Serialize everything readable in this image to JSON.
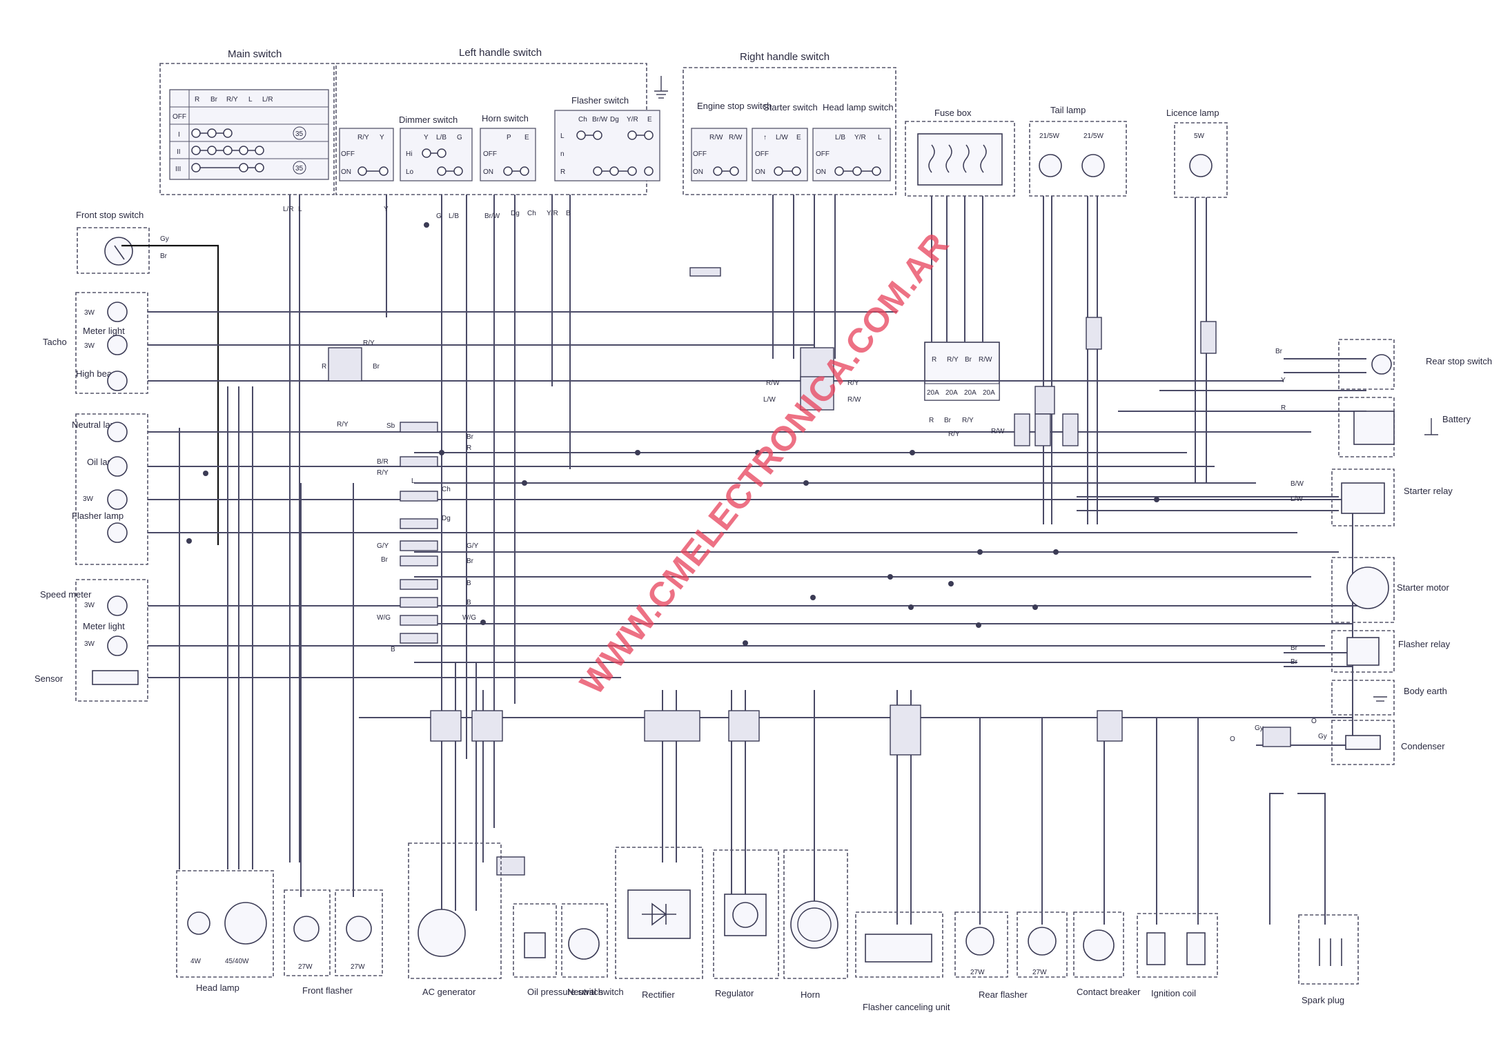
{
  "watermark": "WWW.CMELECTRONICA.COM.AR",
  "switches": {
    "main": {
      "title": "Main switch",
      "cols": [
        "R",
        "Br",
        "R/Y",
        "L",
        "L/R"
      ],
      "rows": [
        "OFF",
        "I",
        "II",
        "III"
      ],
      "marks": [
        "35",
        "35"
      ]
    },
    "left_handle": {
      "title": "Left handle switch"
    },
    "dimmer": {
      "title": "Dimmer switch",
      "cols": [
        "Y",
        "L/B",
        "G"
      ],
      "rows": [
        "Hi",
        "Lo"
      ]
    },
    "horn": {
      "title": "Horn switch",
      "cols": [
        "P",
        "E"
      ],
      "rows": [
        "OFF",
        "ON"
      ]
    },
    "flasher": {
      "title": "Flasher switch",
      "cols": [
        "Ch",
        "Br/W",
        "Dg",
        "Y/R",
        "E"
      ],
      "rows": [
        "L",
        "n",
        "R"
      ]
    },
    "unlabeled_left": {
      "cols": [
        "R/Y",
        "Y"
      ],
      "rows": [
        "OFF",
        "ON"
      ]
    },
    "right_handle": {
      "title": "Right handle switch"
    },
    "engine_stop": {
      "title": "Engine stop switch",
      "cols": [
        "R/W",
        "R/W"
      ],
      "rows": [
        "OFF",
        "ON"
      ]
    },
    "starter": {
      "title": "Starter switch",
      "cols": [
        "↑",
        "L/W",
        "E"
      ],
      "rows": [
        "OFF",
        "ON"
      ]
    },
    "head_lamp": {
      "title": "Head lamp switch",
      "cols": [
        "L/B",
        "Y/R",
        "L"
      ],
      "rows": [
        "OFF",
        "ON"
      ]
    }
  },
  "top_components": {
    "fuse_box": "Fuse box",
    "fuses": [
      "20A",
      "20A",
      "20A",
      "20A"
    ],
    "fuse_wires": [
      "R",
      "R/Y",
      "Br",
      "R/W"
    ],
    "tail_lamp": "Tail lamp",
    "tail_ratings": [
      "21/5W",
      "21/5W"
    ],
    "licence_lamp": "Licence lamp",
    "licence_rating": "5W"
  },
  "left_components": {
    "front_stop": "Front stop switch",
    "tacho": "Tacho",
    "meter_light": "Meter light",
    "high_beam": "High beam",
    "neutral_lamp": "Neutral lamp",
    "oil_lamp": "Oil lamp",
    "flasher_lamp": "Flasher lamp",
    "speed_meter": "Speed meter",
    "sensor": "Sensor",
    "watt_3w": "3W"
  },
  "right_components": {
    "rear_stop": "Rear stop switch",
    "battery": "Battery",
    "starter_relay": "Starter relay",
    "starter_motor": "Starter motor",
    "flasher_relay": "Flasher relay",
    "body_earth": "Body earth",
    "condenser": "Condenser"
  },
  "bottom_components": [
    {
      "name": "Head lamp",
      "ratings": [
        "4W",
        "45/40W"
      ]
    },
    {
      "name": "Front flasher",
      "ratings": [
        "27W",
        "27W"
      ]
    },
    {
      "name": "AC generator"
    },
    {
      "name": "Oil pressure switch"
    },
    {
      "name": "Neutral switch"
    },
    {
      "name": "Rectifier"
    },
    {
      "name": "Regulator"
    },
    {
      "name": "Horn"
    },
    {
      "name": "Flasher canceling unit"
    },
    {
      "name": "Rear flasher",
      "ratings": [
        "27W",
        "27W"
      ]
    },
    {
      "name": "Contact breaker"
    },
    {
      "name": "Ignition coil"
    },
    {
      "name": "Spark plug"
    }
  ],
  "wire_codes": {
    "front_stop": [
      "Gy",
      "Br"
    ],
    "center_bus": [
      "Sb",
      "Br",
      "R",
      "B/R",
      "R/Y",
      "L",
      "Ch",
      "Dg",
      "G/Y",
      "G/Y",
      "Br",
      "Br",
      "B",
      "B",
      "W/G",
      "W/G",
      "B"
    ],
    "top_drops": [
      "L/R",
      "L",
      "Y",
      "G",
      "L/B",
      "Br/W",
      "Dg",
      "Ch",
      "Y/R",
      "B"
    ],
    "relay_left": [
      "R/Y",
      "R",
      "Br",
      "R/Y"
    ],
    "relay_center": [
      "R/W",
      "L/W",
      "R/Y",
      "R/W"
    ],
    "fuse_out": [
      "R",
      "Br",
      "R/Y",
      "R/W",
      "R/Y"
    ],
    "starter_relay": [
      "B/W",
      "L/W"
    ],
    "rear_stop": [
      "Br",
      "Y",
      "R"
    ],
    "flasher_relay": [
      "Br",
      "Br"
    ],
    "condenser": [
      "Gy",
      "O",
      "Gy",
      "O"
    ]
  }
}
